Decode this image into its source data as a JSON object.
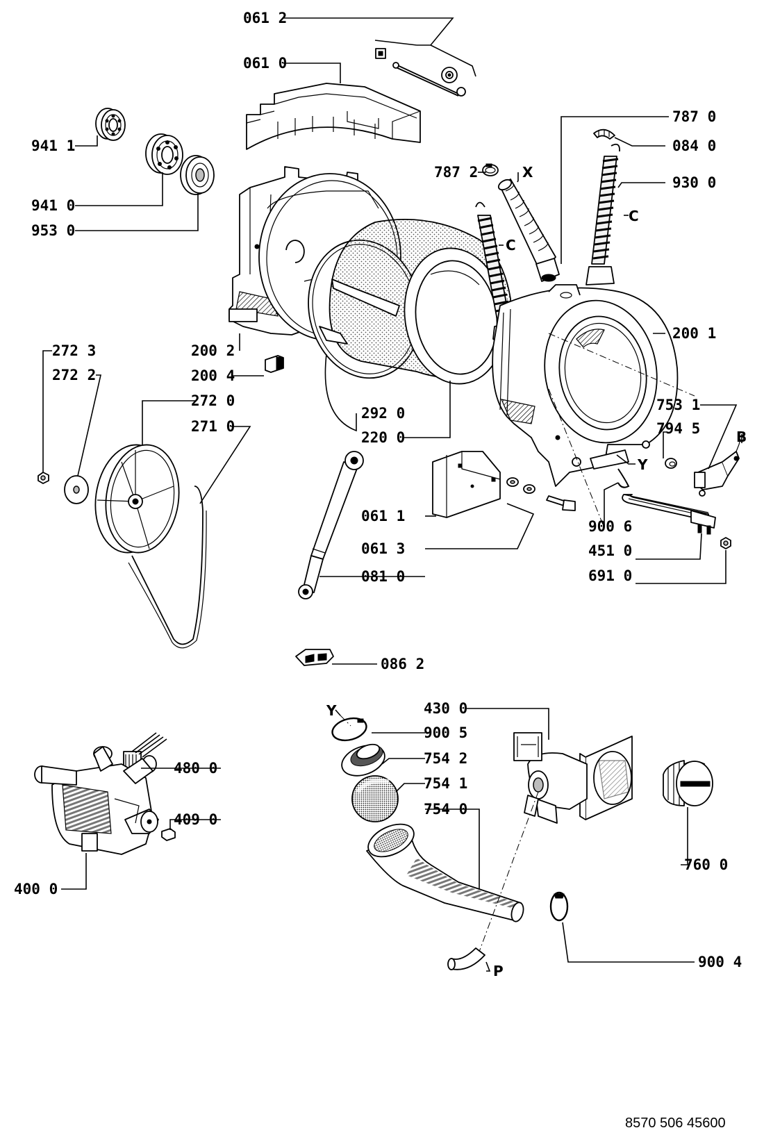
{
  "parts": {
    "p0612": "061 2",
    "p0610": "061 0",
    "p9411": "941 1",
    "p9410": "941 0",
    "p9530": "953 0",
    "p7870": "787 0",
    "p0840": "084 0",
    "p7872": "787 2",
    "p9300": "930 0",
    "p2002": "200 2",
    "p2001": "200 1",
    "p2723": "272 3",
    "p2722": "272 2",
    "p2004": "200 4",
    "p2720": "272 0",
    "p2710": "271 0",
    "p2920": "292 0",
    "p2200": "220 0",
    "p7531": "753 1",
    "p7945": "794 5",
    "p0611": "061 1",
    "p0613": "061 3",
    "p0810": "081 0",
    "p9006": "900 6",
    "p4510": "451 0",
    "p6910": "691 0",
    "p0862": "086 2",
    "p4300": "430 0",
    "p9005": "900 5",
    "p7542": "754 2",
    "p7541": "754 1",
    "p7540": "754 0",
    "p4800": "480 0",
    "p4090": "409 0",
    "p4000": "400 0",
    "p7600": "760 0",
    "p9004": "900 4"
  },
  "letters": {
    "x": "X",
    "c1": "C",
    "c2": "C",
    "y1": "Y",
    "b": "B",
    "y2": "Y",
    "p": "P"
  },
  "document_number": "8570 506 45600"
}
